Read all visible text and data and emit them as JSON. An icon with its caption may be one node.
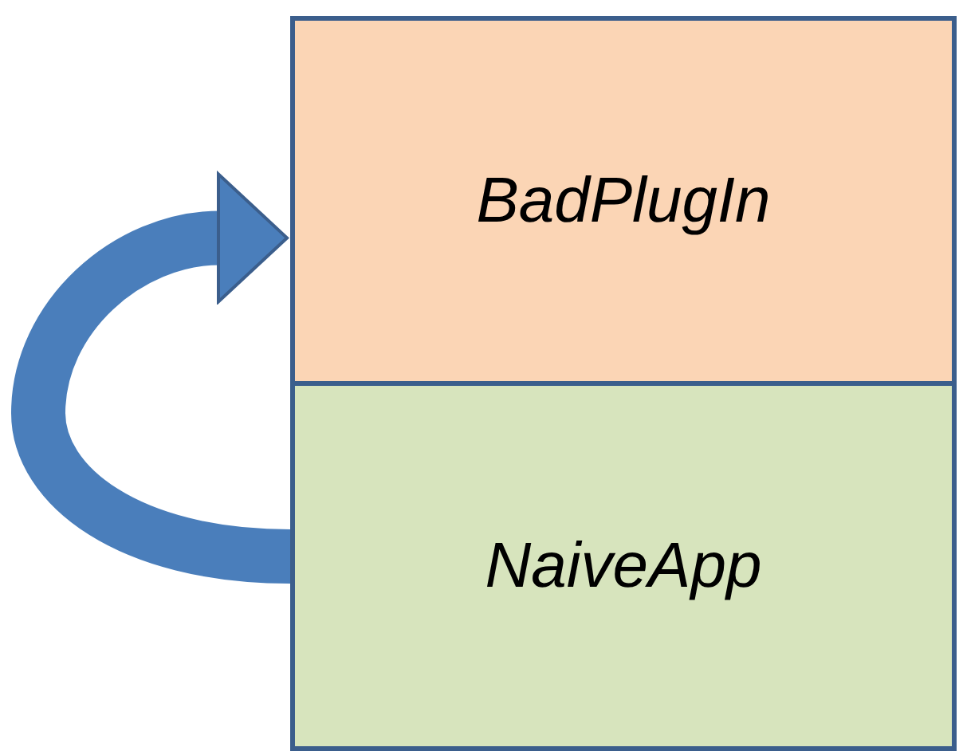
{
  "diagram": {
    "nodes": [
      {
        "text": [
          "BadPlugIn"
        ]
      },
      {
        "text": [
          "NaiveApp"
        ]
      }
    ],
    "edges": [
      {
        "from": 1,
        "to": 0,
        "arrow": "to"
      }
    ]
  }
}
